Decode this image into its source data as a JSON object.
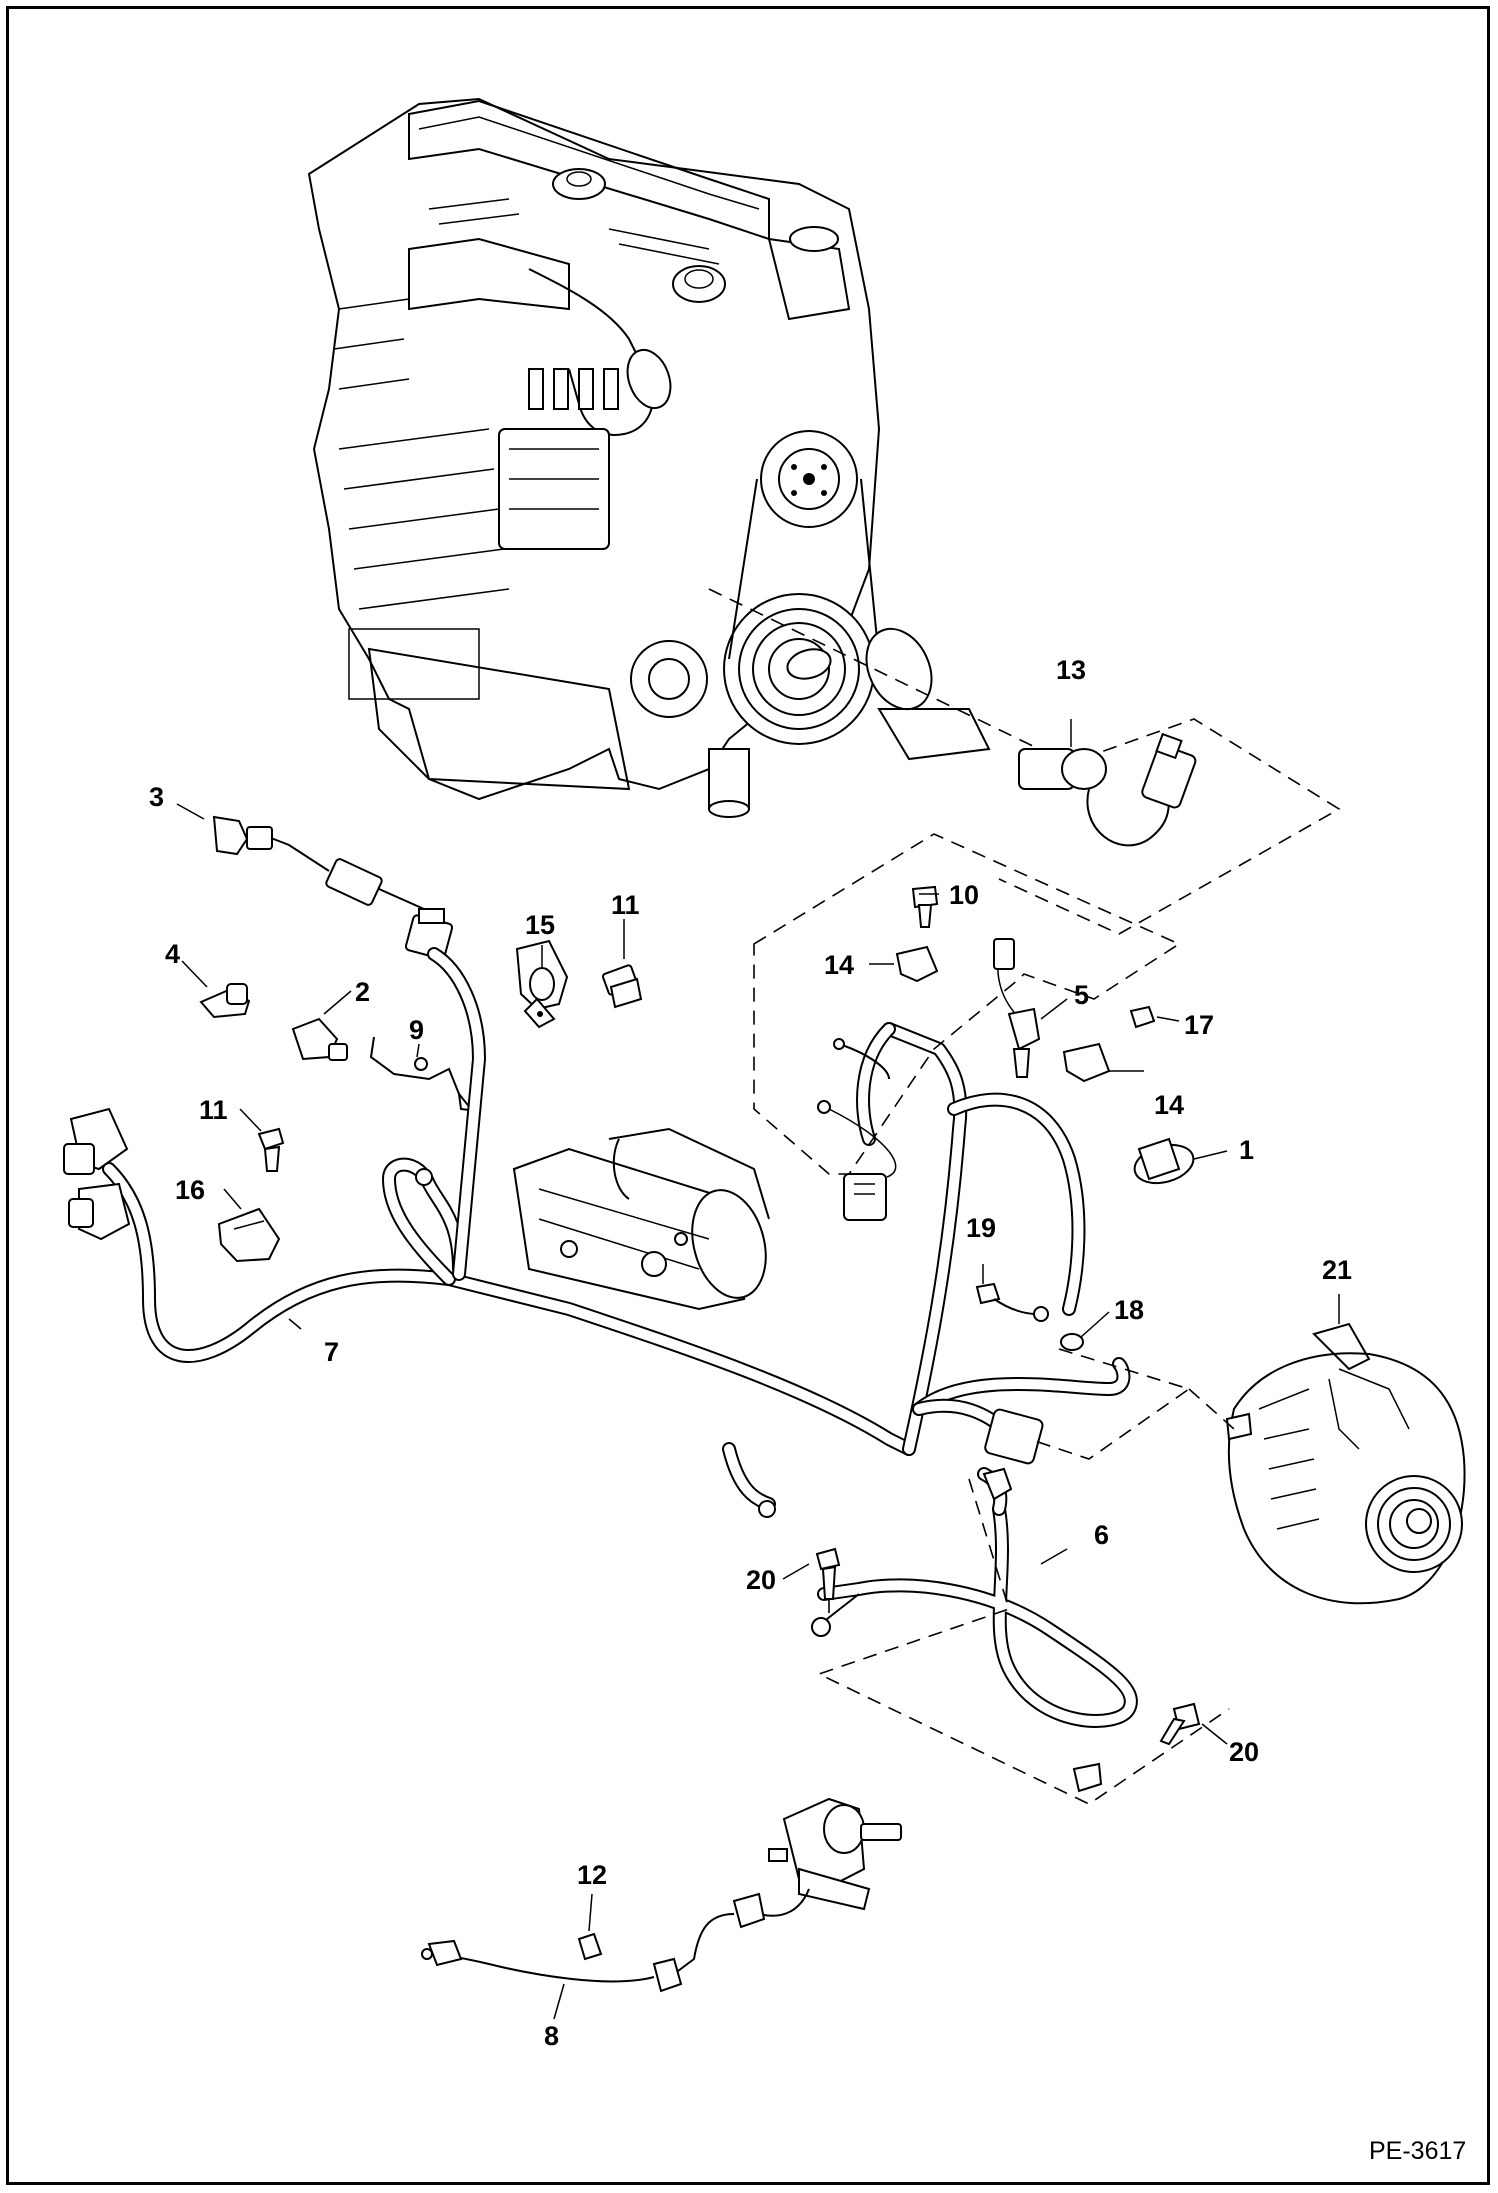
{
  "figure_code": "PE-3617",
  "callouts": [
    {
      "label": "1"
    },
    {
      "label": "2"
    },
    {
      "label": "3"
    },
    {
      "label": "4"
    },
    {
      "label": "5"
    },
    {
      "label": "6"
    },
    {
      "label": "7"
    },
    {
      "label": "8"
    },
    {
      "label": "9"
    },
    {
      "label": "10"
    },
    {
      "label": "11"
    },
    {
      "label": "11"
    },
    {
      "label": "12"
    },
    {
      "label": "13"
    },
    {
      "label": "14"
    },
    {
      "label": "14"
    },
    {
      "label": "15"
    },
    {
      "label": "16"
    },
    {
      "label": "17"
    },
    {
      "label": "18"
    },
    {
      "label": "19"
    },
    {
      "label": "20"
    },
    {
      "label": "20"
    },
    {
      "label": "21"
    }
  ],
  "components": [
    "engine",
    "oil-pressure-switch",
    "harness",
    "starter-motor",
    "alternator",
    "fuel-shutoff-solenoid",
    "temperature-sender",
    "ground-cable"
  ]
}
